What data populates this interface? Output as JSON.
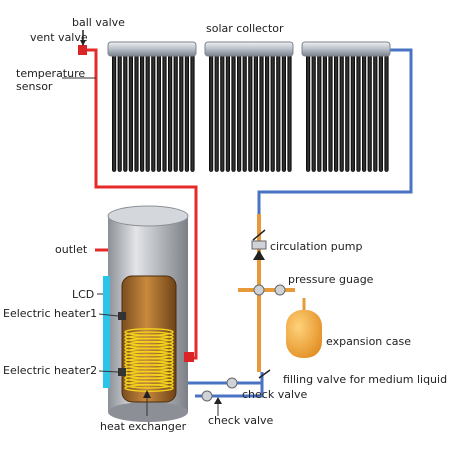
{
  "labels": {
    "ball_valve": "ball valve",
    "vent_valve": "vent valve",
    "solar_collector": "solar collector",
    "temperature_sensor_1": "temperature",
    "temperature_sensor_2": "sensor",
    "outlet": "outlet",
    "lcd": "LCD",
    "electric_heater_1": "Eelectric heater1",
    "electric_heater_2": "Eelectric heater2",
    "heat_exchanger": "heat exchanger",
    "circulation_pump": "circulation pump",
    "pressure_gauge": "pressure guage",
    "expansion_case": "expansion case",
    "filling_valve": "filling valve for medium liquid",
    "check_valve_upper": "check valve",
    "check_valve_lower": "check valve"
  },
  "colors": {
    "hot_pipe": "#e52a2a",
    "cold_pipe": "#4a73c4",
    "copper_pipe": "#e79a3a",
    "tank_body": "#b9bcc2",
    "collector_tube": "#1c1c1c",
    "manifold": "#b9bfc8",
    "coil": "#f2d21c"
  }
}
